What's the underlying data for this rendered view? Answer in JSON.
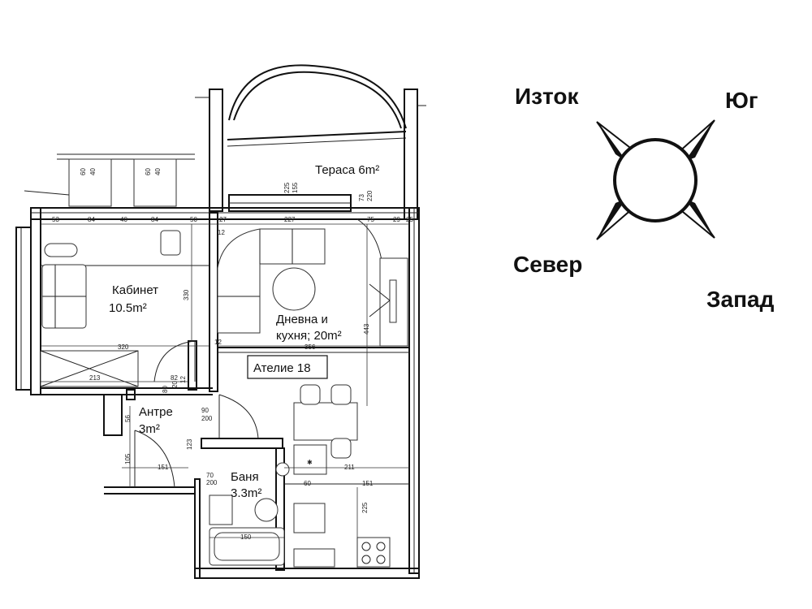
{
  "rooms": {
    "terrace": "Тераса 6m²",
    "office_name": "Кабинет",
    "office_area": "10.5m²",
    "living_name": "Дневна и",
    "living_area": "кухня; 20m²",
    "hall_name": "Антре",
    "hall_area": "3m²",
    "bath_name": "Баня",
    "bath_area": "3.3m²"
  },
  "apartment_label": "Ателие 18",
  "compass": {
    "east": "Изток",
    "south": "Юг",
    "north": "Север",
    "west": "Запад"
  },
  "dimensions": {
    "top_row": [
      "53",
      "84",
      "40",
      "84",
      "50",
      "27",
      "227",
      "75",
      "29",
      "25"
    ],
    "office_width": "320",
    "office_height": "330",
    "living_width": "356",
    "living_height": "443",
    "window_width": "213",
    "terrace_a": "225",
    "terrace_b": "155",
    "terrace_c": "73",
    "terrace_d": "220",
    "wall_12a": "12",
    "wall_12b": "12",
    "hall_a": "82",
    "hall_b": "80",
    "hall_c": "20",
    "hall_d": "12",
    "hall_e": "56",
    "hall_f": "105",
    "hall_g": "151",
    "hall_h": "123",
    "door_90": "90",
    "door_200": "200",
    "bath_70": "70",
    "bath_200": "200",
    "bath_150": "150",
    "kitchen_211": "211",
    "kitchen_60": "60",
    "kitchen_151": "151",
    "kitchen_225": "225",
    "radiator_a": "60",
    "radiator_b": "40"
  }
}
